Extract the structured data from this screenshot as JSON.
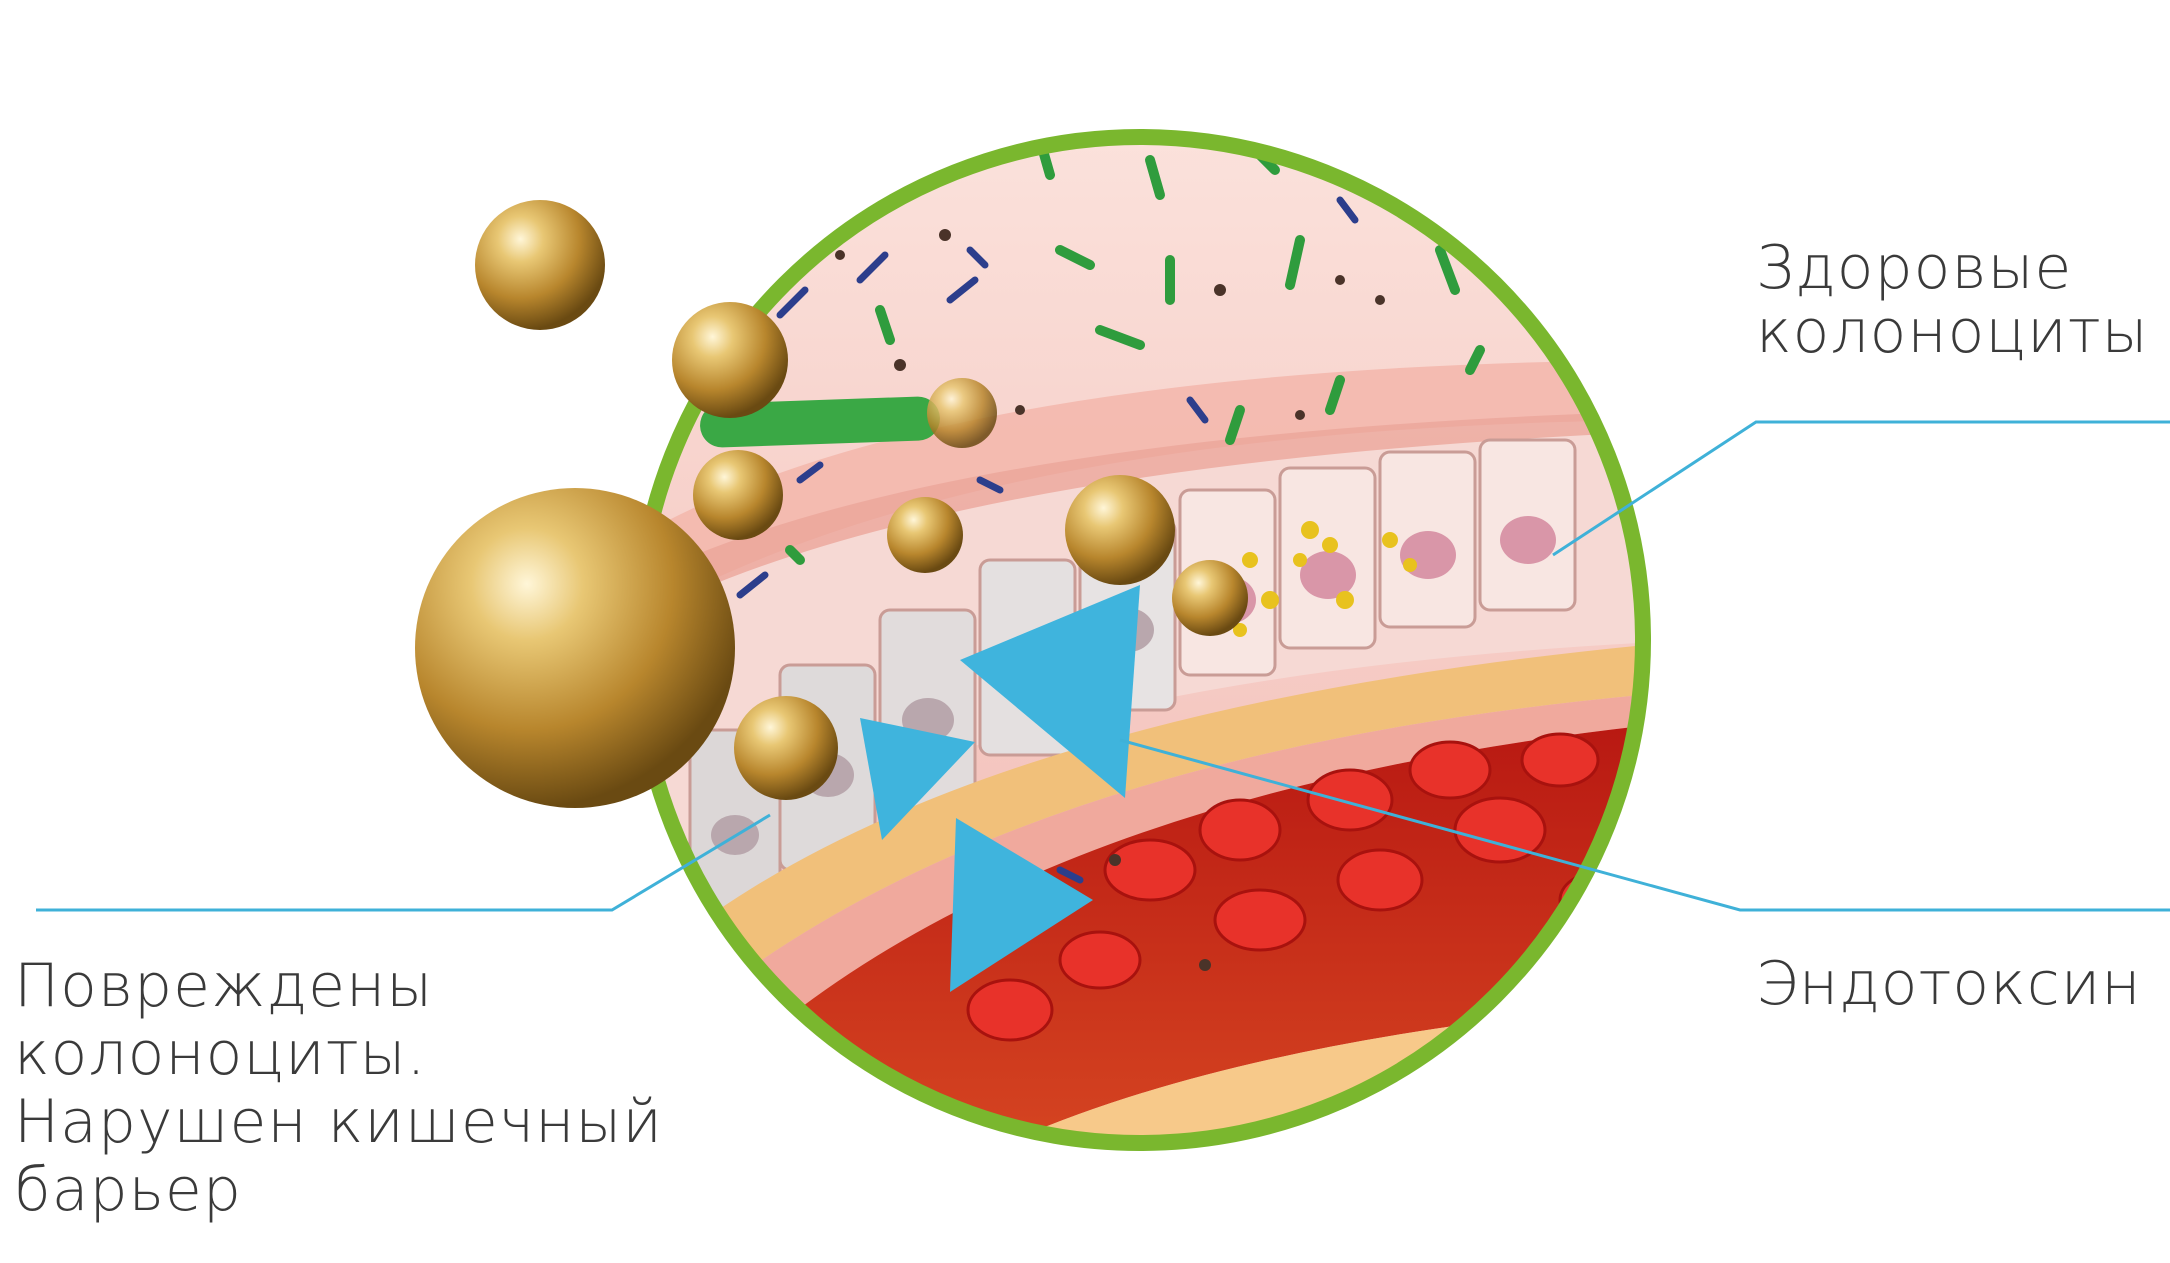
{
  "labels": {
    "healthy_cells": [
      "Здоровые",
      "колоноциты"
    ],
    "endotoxin": "Эндотоксин",
    "damaged_cells": [
      "Повреждены",
      "колоноциты.",
      "Нарушен кишечный",
      "барьер"
    ]
  },
  "colors": {
    "ring": "#7ab72e",
    "pointer": "#3fb1d8",
    "arrow": "#3fb4dd",
    "gold": "#c9a14a",
    "tissue": "#f4c6c0",
    "blood": "#e02b22",
    "bacteria_green": "#3aa845",
    "bacteria_blue": "#2c3e8c"
  }
}
